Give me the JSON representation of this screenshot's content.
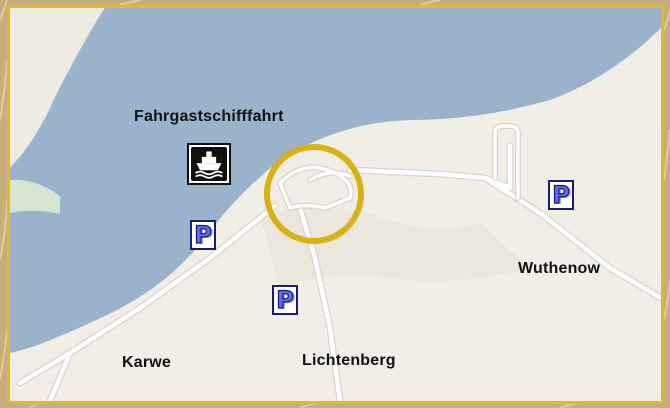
{
  "map": {
    "labels": {
      "fahrgast": "Fahrgastschifffahrt",
      "wuthenow": "Wuthenow",
      "karwe": "Karwe",
      "lichtenberg": "Lichtenberg"
    },
    "parking_symbol": "P",
    "icons": {
      "parking": "parking-icon",
      "ferry": "ferry-boat-icon",
      "highlight": "highlight-circle-icon"
    },
    "colors": {
      "water": "#9bb2cc",
      "land": "#f1eee6",
      "road": "#ffffff",
      "frame_border": "#e2bc1f",
      "highlight_circle": "#d8b116",
      "parking_fill": "#5a6fe0"
    }
  }
}
